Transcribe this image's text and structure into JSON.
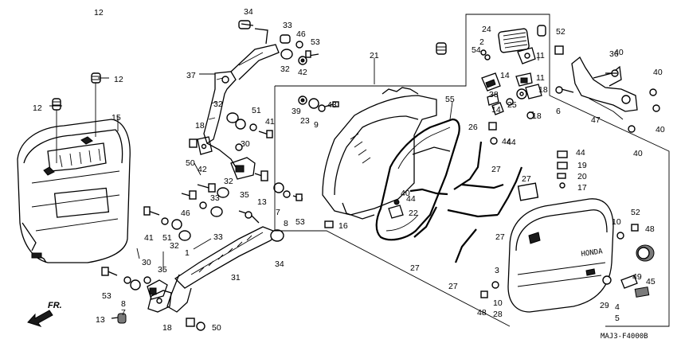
{
  "diagram": {
    "code": "MAJ3-F4000B",
    "direction_label": "FR.",
    "callouts": [
      "34",
      "33",
      "46",
      "53",
      "32",
      "42",
      "12",
      "24",
      "2",
      "54",
      "11",
      "52",
      "40",
      "37",
      "32",
      "51",
      "41",
      "18",
      "30",
      "42",
      "50",
      "32",
      "33",
      "35",
      "13",
      "7",
      "8",
      "53",
      "41",
      "51",
      "32",
      "46",
      "33",
      "1",
      "34",
      "31",
      "30",
      "35",
      "53",
      "8",
      "7",
      "13",
      "18",
      "50",
      "12",
      "12",
      "15",
      "21",
      "39",
      "23",
      "9",
      "43",
      "55",
      "16",
      "22",
      "44",
      "27",
      "27",
      "27",
      "27",
      "27",
      "38",
      "14",
      "11",
      "14",
      "25",
      "18",
      "26",
      "18",
      "44",
      "44",
      "19",
      "20",
      "17",
      "47",
      "36",
      "40",
      "40",
      "40",
      "52",
      "10",
      "48",
      "3",
      "48",
      "10",
      "28",
      "29",
      "49",
      "45",
      "4",
      "5",
      "6",
      "40",
      "44"
    ]
  }
}
